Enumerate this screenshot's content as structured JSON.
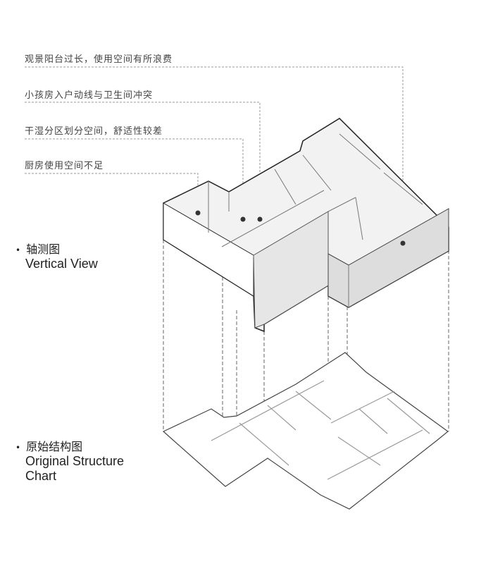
{
  "annotations": [
    "观景阳台过长，使用空间有所浪费",
    "小孩房入户动线与卫生间冲突",
    "干湿分区划分空间，舒适性较差",
    "厨房使用空间不足"
  ],
  "labels": {
    "axonometric": {
      "cn": "轴测图",
      "en": "Vertical View"
    },
    "original": {
      "cn": "原始结构图",
      "en_line1": "Original Structure",
      "en_line2": "Chart"
    }
  }
}
